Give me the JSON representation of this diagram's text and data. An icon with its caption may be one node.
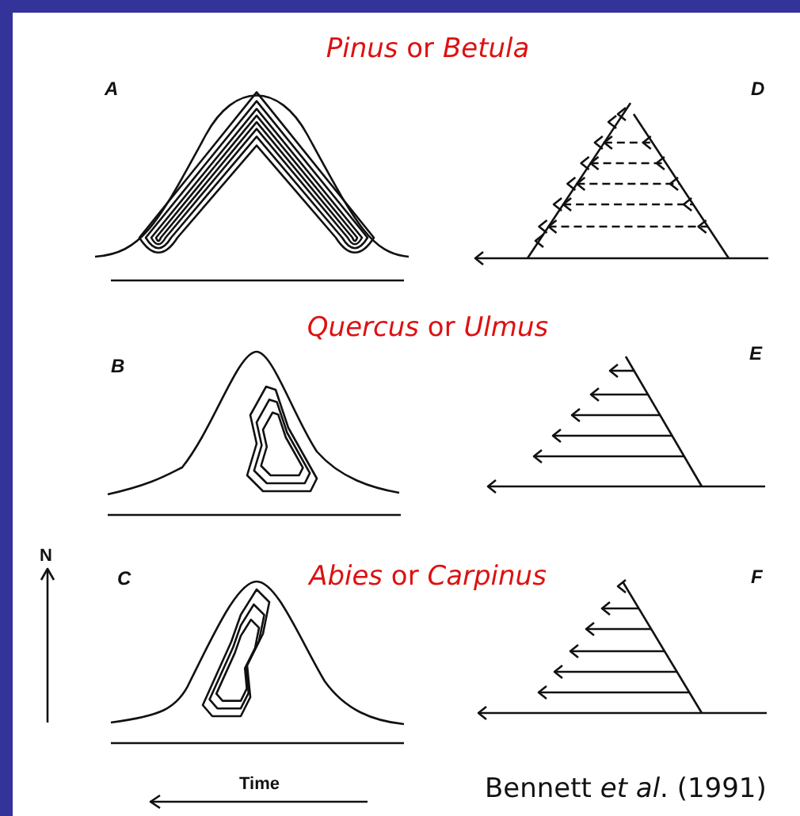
{
  "diagram": {
    "labels": [
      "*Pinus* or *Betula*",
      "A",
      "D",
      "*Quercus* or *Ulmus*",
      "B",
      "E",
      "N",
      "*Abies* or *Carpinus*",
      "C",
      "F",
      "Time",
      "Bennett *et al*. (1991)"
    ]
  }
}
